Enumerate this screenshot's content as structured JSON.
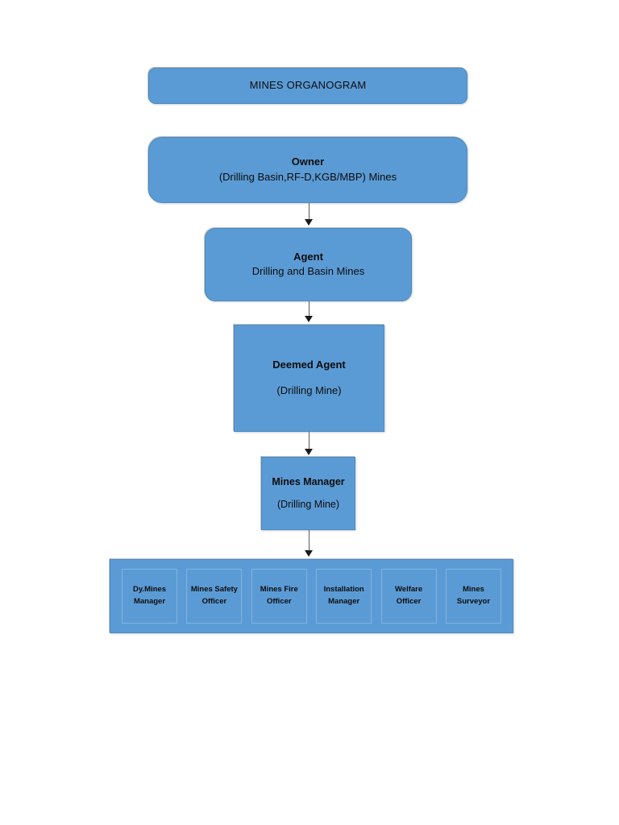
{
  "diagram": {
    "title": "MINES ORGANOGRAM",
    "nodes": {
      "owner": {
        "title": "Owner",
        "subtitle": "(Drilling Basin,RF-D,KGB/MBP) Mines"
      },
      "agent": {
        "title": "Agent",
        "subtitle": "Drilling and Basin Mines"
      },
      "deemed_agent": {
        "title": "Deemed Agent",
        "subtitle": "(Drilling Mine)"
      },
      "mines_manager": {
        "title": "Mines Manager",
        "subtitle": "(Drilling Mine)"
      }
    },
    "reports": [
      {
        "label": "Dy.Mines Manager"
      },
      {
        "label": "Mines Safety Officer"
      },
      {
        "label": "Mines Fire Officer"
      },
      {
        "label": "Installation Manager"
      },
      {
        "label": "Welfare Officer"
      },
      {
        "label": "Mines Surveyor"
      }
    ],
    "colors": {
      "node_fill": "#5b9bd5",
      "node_border": "#4a8ac4",
      "inner_box_border": "#7fb3de",
      "connector": "#595959",
      "text": "#0d0d0d",
      "background": "#ffffff"
    }
  }
}
